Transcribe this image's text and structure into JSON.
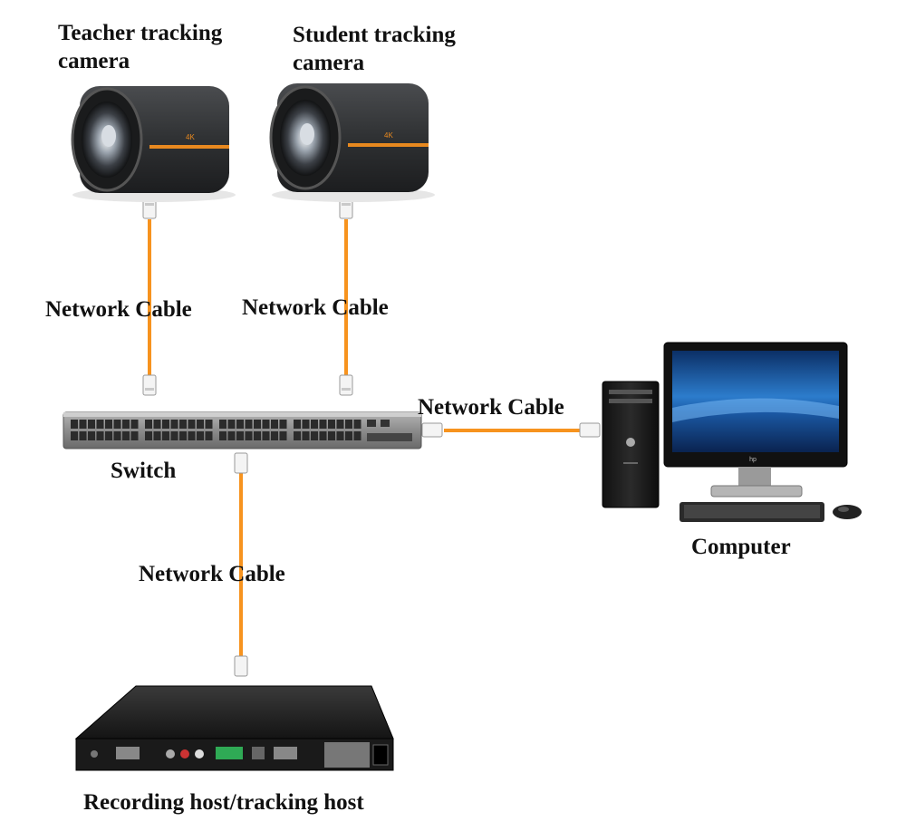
{
  "devices": {
    "teacher_camera": {
      "label_line1": "Teacher tracking",
      "label_line2": "camera"
    },
    "student_camera": {
      "label_line1": "Student tracking",
      "label_line2": "camera"
    },
    "switch": {
      "label": "Switch"
    },
    "computer": {
      "label": "Computer"
    },
    "recording_host": {
      "label": "Recording host/tracking host"
    }
  },
  "connections": [
    {
      "from": "Teacher tracking camera",
      "to": "Switch",
      "label": "Network Cable"
    },
    {
      "from": "Student tracking camera",
      "to": "Switch",
      "label": "Network Cable"
    },
    {
      "from": "Switch",
      "to": "Computer",
      "label": "Network Cable"
    },
    {
      "from": "Switch",
      "to": "Recording host/tracking host",
      "label": "Network Cable"
    }
  ],
  "colors": {
    "cable": "#f7931e",
    "camera_body": "#2f3133",
    "camera_stripe": "#e8891f",
    "switch_body": "#8a8a8a",
    "monitor_screen": "#1f5fa8",
    "label_text": "#111111"
  }
}
